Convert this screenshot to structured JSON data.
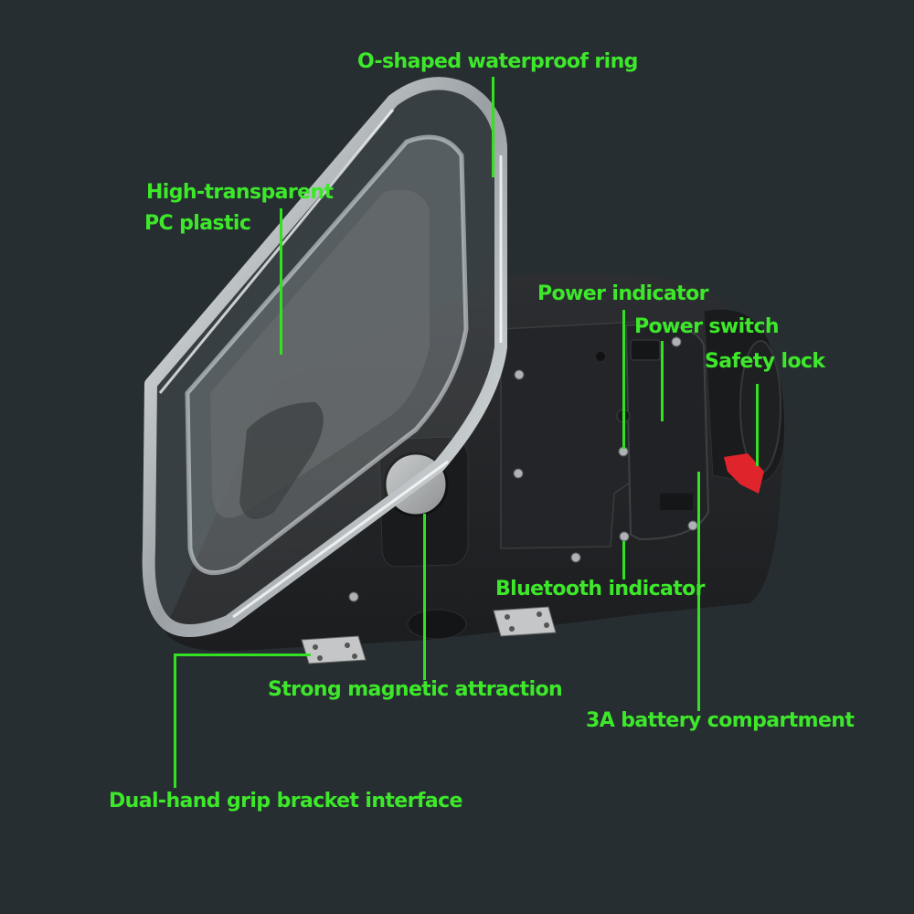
{
  "image": {
    "subject": "waterproof phone housing product diagram",
    "background_color": "#262e31",
    "label_color": "#3de82a",
    "accent_lock_color": "#e0242c"
  },
  "callouts": [
    {
      "id": "o-ring",
      "text": "O-shaped waterproof ring"
    },
    {
      "id": "pc-plastic",
      "line1": "High-transparent",
      "line2": "PC plastic"
    },
    {
      "id": "power-indicator",
      "text": "Power indicator"
    },
    {
      "id": "power-switch",
      "text": "Power switch"
    },
    {
      "id": "safety-lock",
      "text": "Safety lock"
    },
    {
      "id": "bluetooth-indicator",
      "text": "Bluetooth indicator"
    },
    {
      "id": "magnetic",
      "text": "Strong magnetic  attraction"
    },
    {
      "id": "battery",
      "text": "3A battery compartment"
    },
    {
      "id": "grip",
      "text": "Dual-hand grip  bracket interface"
    }
  ]
}
